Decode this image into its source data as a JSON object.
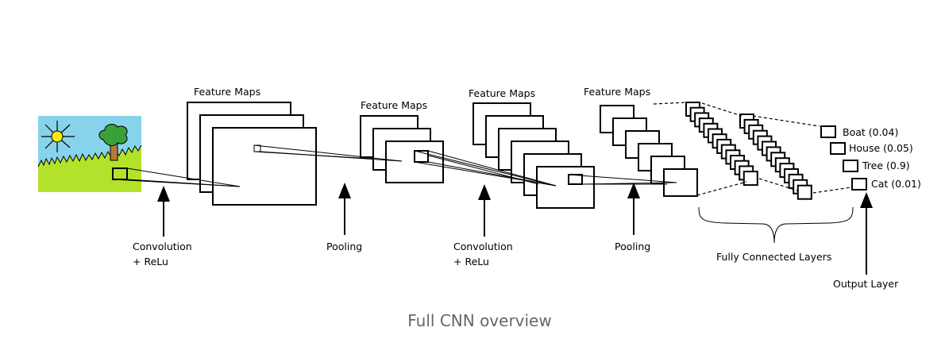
{
  "labels": {
    "feature_maps_1": "Feature Maps",
    "feature_maps_2": "Feature Maps",
    "feature_maps_3": "Feature Maps",
    "feature_maps_4": "Feature Maps",
    "conv1_line1": "Convolution",
    "conv1_line2": "+ ReLu",
    "pool1": "Pooling",
    "conv2_line1": "Convolution",
    "conv2_line2": "+ ReLu",
    "pool2": "Pooling",
    "fully_connected": "Fully Connected Layers",
    "output_layer": "Output Layer"
  },
  "outputs": [
    {
      "label": "Boat (0.04)"
    },
    {
      "label": "House (0.05)"
    },
    {
      "label": "Tree (0.9)"
    },
    {
      "label": "Cat (0.01)"
    }
  ],
  "caption": "Full CNN overview",
  "colors": {
    "sky": "#87d3ec",
    "grass": "#b3e22a",
    "sun": "#f5f000",
    "tree_leaves": "#3aa03a",
    "tree_trunk": "#b57a3a",
    "caption": "#666666"
  }
}
